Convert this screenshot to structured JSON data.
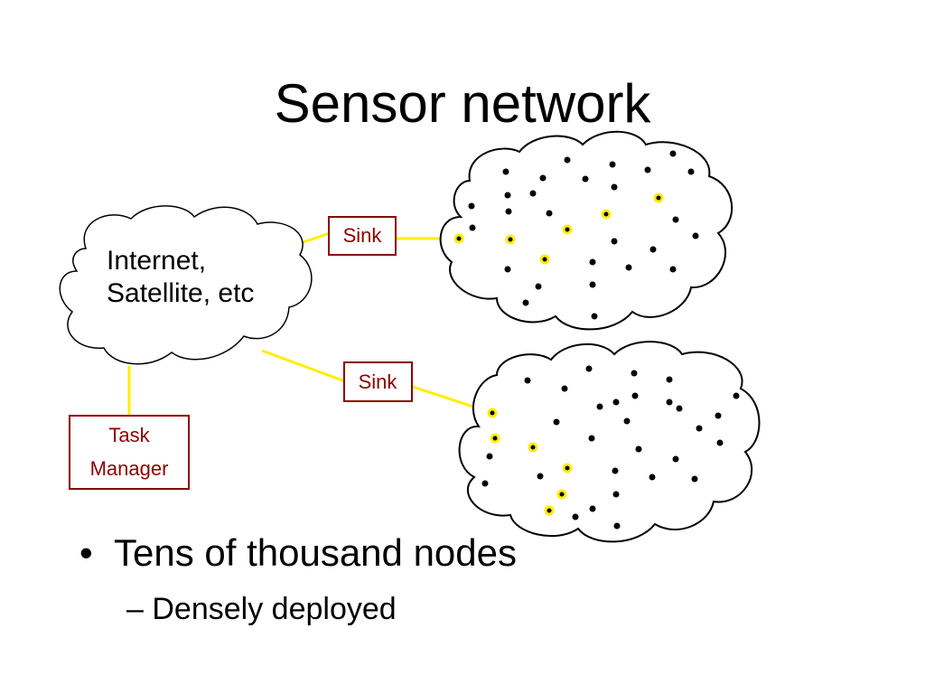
{
  "slide": {
    "title": "Sensor network",
    "bullets": [
      {
        "text": "Tens of thousand nodes",
        "marker": "•"
      },
      {
        "text": "Densely deployed",
        "marker": "–"
      }
    ]
  },
  "diagram": {
    "internet_cloud_lines": [
      "Internet,",
      "Satellite, etc"
    ],
    "sink_top_label": "Sink",
    "sink_bottom_label": "Sink",
    "task_manager_lines": [
      "Task",
      "Manager"
    ]
  },
  "colors": {
    "link": "#ffee00",
    "box_border": "#8b0000",
    "box_text": "#8b0000",
    "node": "#000000"
  }
}
